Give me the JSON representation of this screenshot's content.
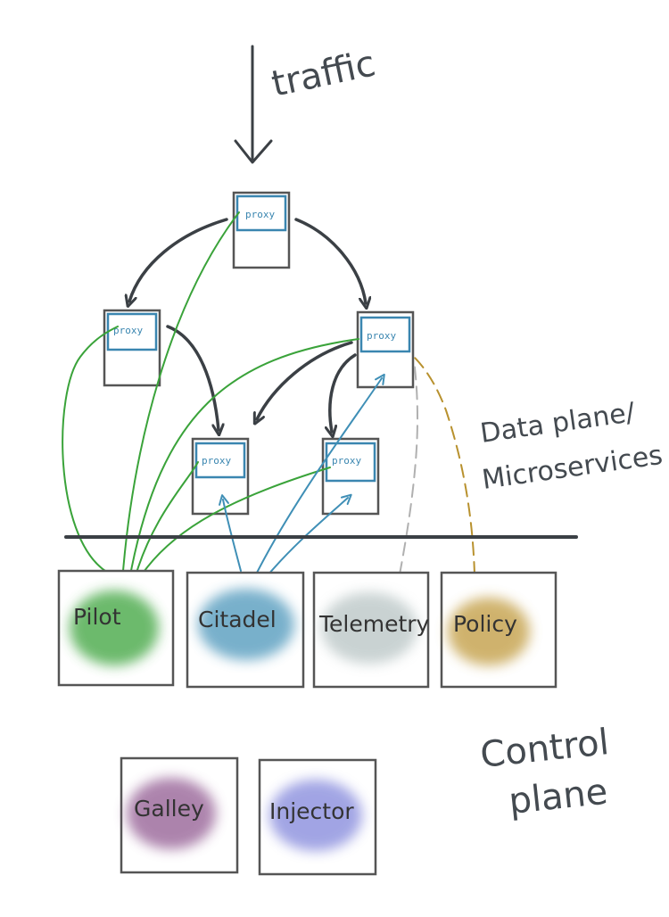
{
  "traffic_label": "traffic",
  "proxy_label": "proxy",
  "data_plane_label_line1": "Data plane/",
  "data_plane_label_line2": "Microservices",
  "control_plane_label_line1": "Control",
  "control_plane_label_line2": "plane",
  "components": [
    {
      "name": "Pilot",
      "color": "#3aa33a"
    },
    {
      "name": "Citadel",
      "color": "#3f8fb6"
    },
    {
      "name": "Telemetry",
      "color": "#b8c4c4"
    },
    {
      "name": "Policy",
      "color": "#c4a04a"
    },
    {
      "name": "Galley",
      "color": "#8a4f8a"
    },
    {
      "name": "Injector",
      "color": "#6f74d6"
    }
  ],
  "colors": {
    "ink": "#3b4045",
    "pilot_line": "#3aa33a",
    "citadel_line": "#3f8fb6",
    "telemetry_line": "#b0b0b0",
    "policy_line": "#b8912e",
    "proxy_box": "#3a86b0"
  }
}
